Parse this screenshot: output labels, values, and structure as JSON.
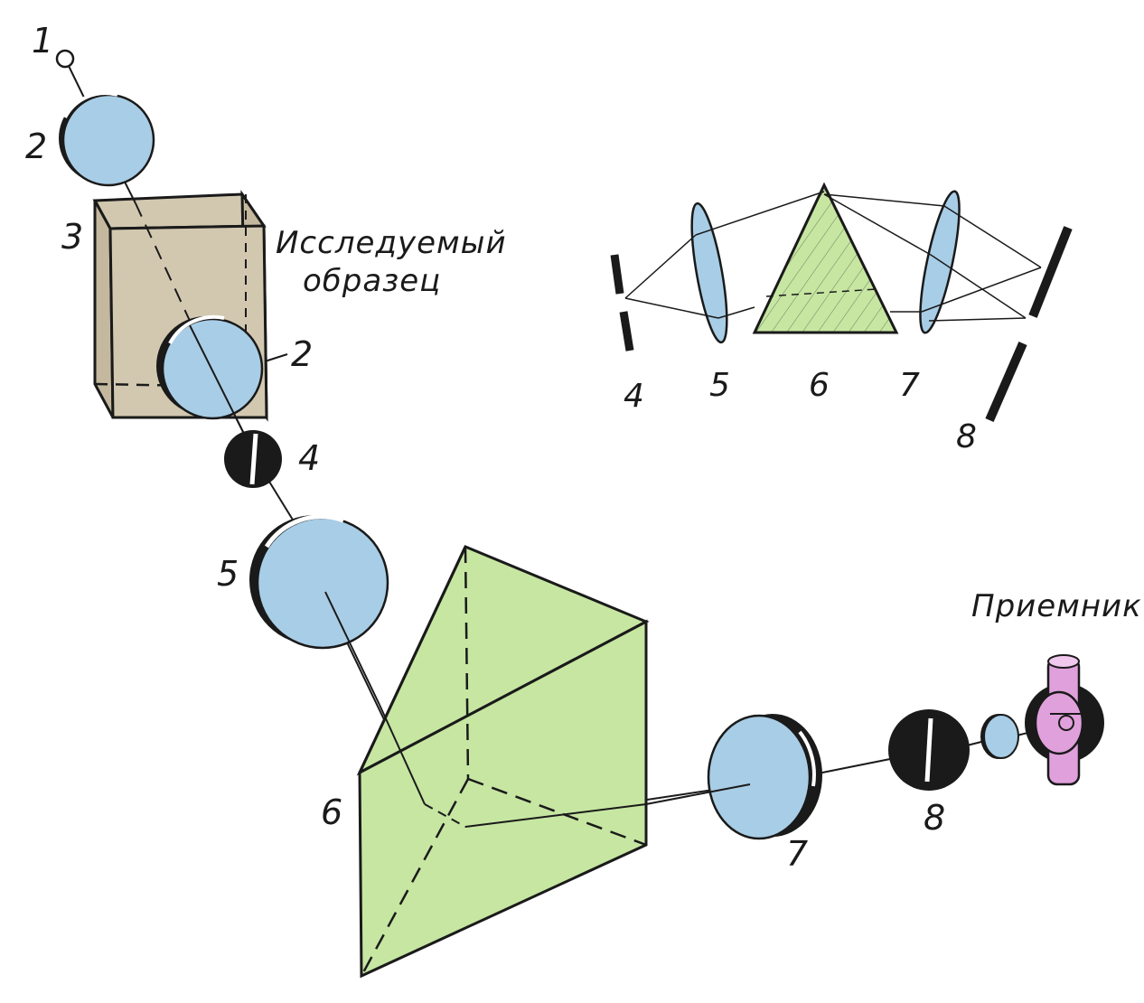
{
  "labels": {
    "source": "1",
    "lens_top": "2",
    "sample_box": "3",
    "lens_in_box": "2",
    "slit_entry": "4",
    "collimator": "5",
    "prism": "6",
    "camera_lens": "7",
    "slit_exit": "8",
    "sample_caption_line1": "Исследуемый",
    "sample_caption_line2": "образец",
    "receiver_caption": "Приемник"
  },
  "inset_labels": [
    "4",
    "5",
    "6",
    "7",
    "8"
  ],
  "colors": {
    "lens": "#a8cde6",
    "prism": "#c6e6a2",
    "box": "#d2c8b0",
    "receiver": "#e0a0dc",
    "ink": "#1a1a1a"
  }
}
